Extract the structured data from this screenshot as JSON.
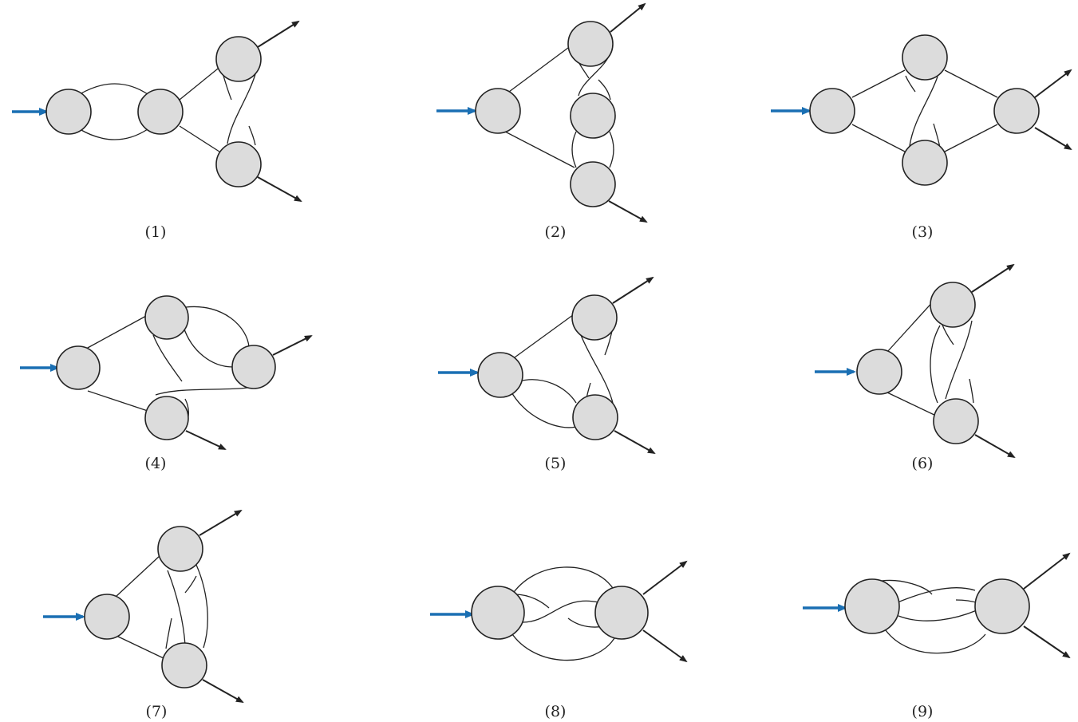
{
  "colors": {
    "node_fill": "#dcdcdc",
    "stroke": "#222222",
    "input_arrow": "#1a6fb3"
  },
  "diagrams": [
    {
      "label": "(1)"
    },
    {
      "label": "(2)"
    },
    {
      "label": "(3)"
    },
    {
      "label": "(4)"
    },
    {
      "label": "(5)"
    },
    {
      "label": "(6)"
    },
    {
      "label": "(7)"
    },
    {
      "label": "(8)"
    },
    {
      "label": "(9)"
    }
  ]
}
